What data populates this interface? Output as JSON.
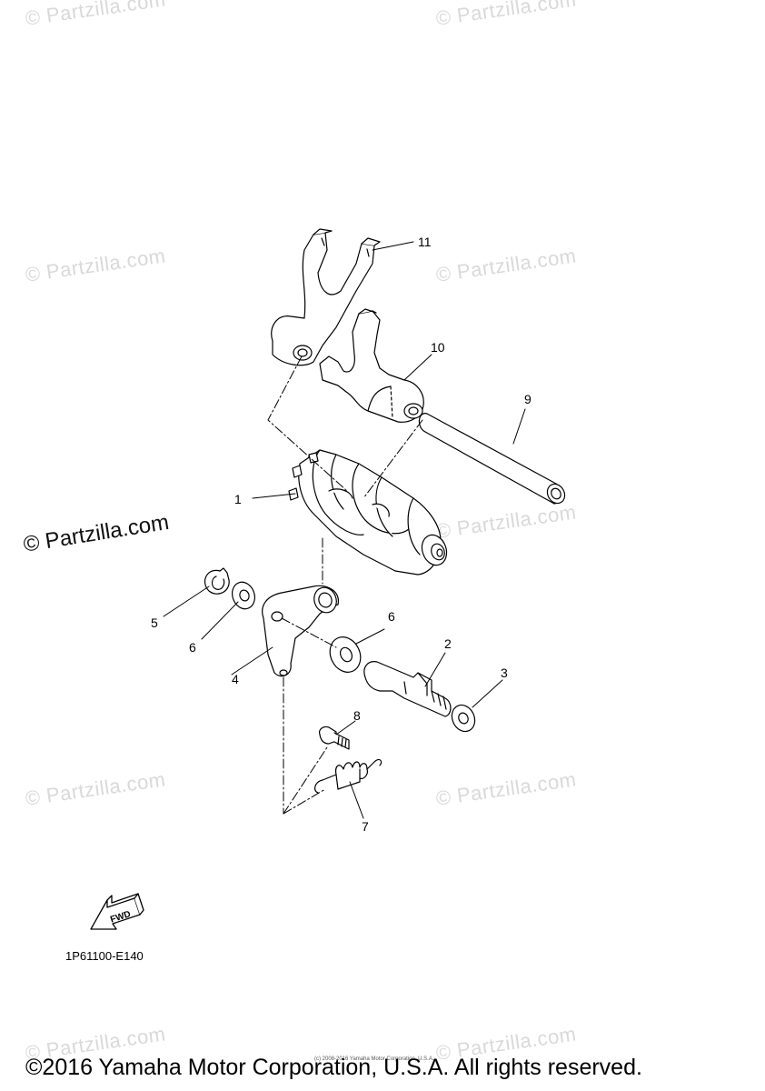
{
  "watermark": {
    "text": "© Partzilla.com",
    "featured_text": "© Partzilla.com"
  },
  "callouts": {
    "c1": "1",
    "c2": "2",
    "c3": "3",
    "c4": "4",
    "c5": "5",
    "c6a": "6",
    "c6b": "6",
    "c7": "7",
    "c8": "8",
    "c9": "9",
    "c10": "10",
    "c11": "11"
  },
  "fwd_label": "FWD",
  "diagram_code": "1P61100-E140",
  "copyright_small": "(c) 2008-2016 Yamaha Motor Corporation, U.S.A.",
  "copyright": "©2016 Yamaha Motor Corporation, U.S.A. All rights reserved."
}
